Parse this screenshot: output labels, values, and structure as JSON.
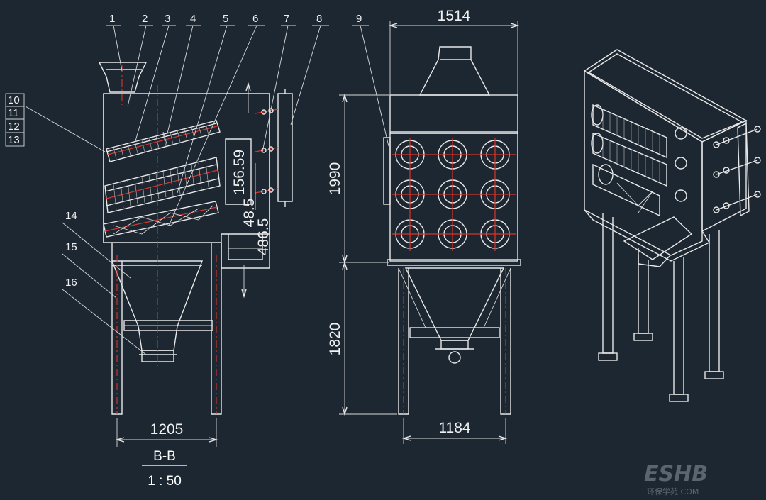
{
  "part_labels": [
    "1",
    "2",
    "3",
    "4",
    "5",
    "6",
    "7",
    "8",
    "9",
    "10",
    "11",
    "12",
    "13",
    "14",
    "15",
    "16"
  ],
  "side_view": {
    "dim_width": "1205",
    "dim_small_1": "156.59",
    "dim_small_2": "48.5",
    "dim_small_3": "486.5",
    "section_label": "B-B",
    "scale_label": "1 : 50"
  },
  "front_view": {
    "dim_top_width": "1514",
    "dim_upper_height": "1990",
    "dim_lower_height": "1820",
    "dim_leg_span": "1184"
  },
  "watermark": {
    "logo": "ESHB",
    "subtitle": "环保学苑.COM"
  }
}
